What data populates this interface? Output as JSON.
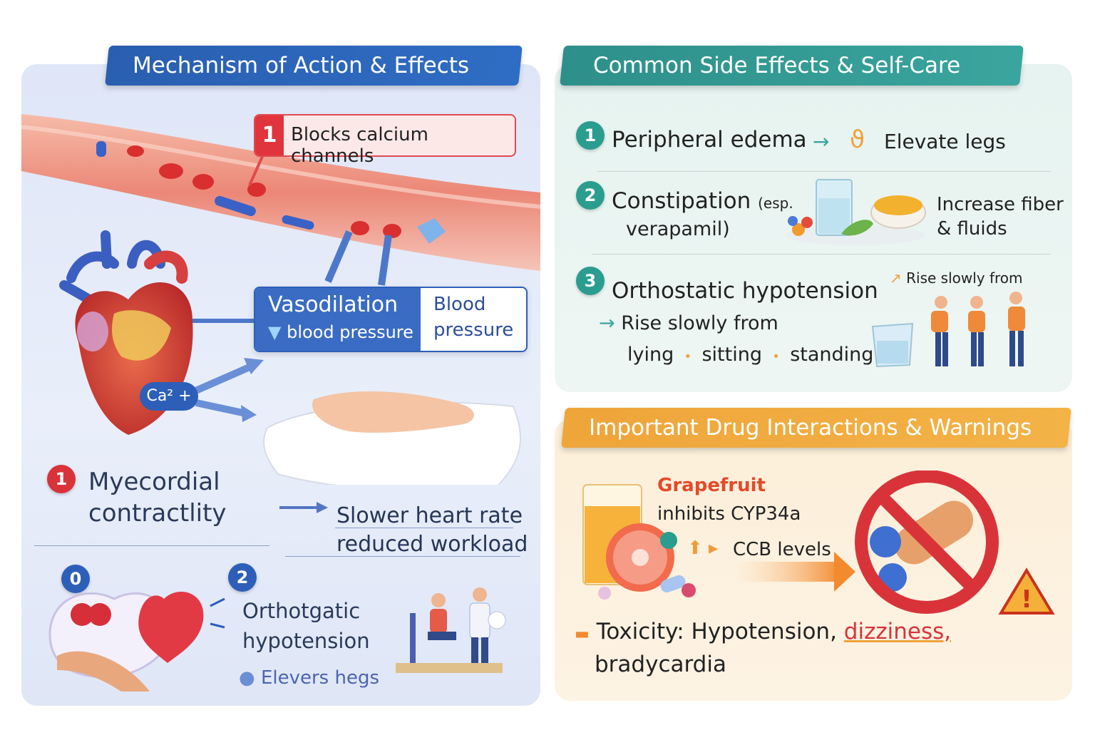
{
  "mechanism": {
    "title": "Mechanism of Action & Effects",
    "step1_badge": "1",
    "step1_label": "Blocks calcium channels",
    "vasodilation_title": "Vasodilation",
    "vasodilation_sub": "blood pressure",
    "bp_label_line1": "Blood",
    "bp_label_line2": "pressure",
    "ion_label": "Ca² +",
    "myo_badge": "1",
    "myo_line1": "Myecordial",
    "myo_line2": "contractlity",
    "slower_line1": "Slower heart rate",
    "slower_line2": "reduced workload",
    "badge0": "0",
    "badge2": "2",
    "ortho_line1": "Orthotgatic",
    "ortho_line2": "hypotension",
    "elevate_text": "Elevers hegs"
  },
  "side_effects": {
    "title": "Common Side Effects & Self-Care",
    "items": [
      {
        "num": "1",
        "label": "Peripheral edema",
        "care": "Elevate legs"
      },
      {
        "num": "2",
        "label": "Constipation",
        "label_note": "(esp.",
        "label_line2": "verapamil)",
        "care_line1": "Increase fiber",
        "care_line2": "& fluids"
      },
      {
        "num": "3",
        "label": "Orthostatic hypotension",
        "detail_line1": "Rise slowly from",
        "detail_lying": "lying",
        "detail_sitting": "sitting",
        "detail_standing": "standing",
        "care": "Rise slowly from"
      }
    ]
  },
  "interactions": {
    "title": "Important Drug Interactions & Warnings",
    "grapefruit": "Grapefruit",
    "inhibits": "inhibits CYP34a",
    "ccb": "CCB levels",
    "toxicity_label": "Toxicity:",
    "toxicity_text": "Hypotension,",
    "toxicity_highlight": "dizziness,",
    "toxicity_line2": "bradycardia"
  },
  "colors": {
    "mechanism_banner": "#2a5fb0",
    "side_effects_banner": "#2e8f8a",
    "interactions_banner": "#eea53a",
    "warning_red": "#d9333a"
  }
}
